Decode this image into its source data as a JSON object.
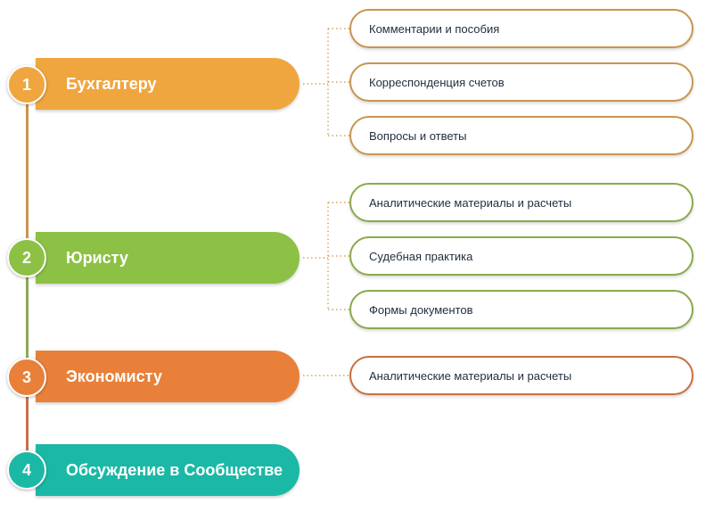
{
  "groups": [
    {
      "number": "1",
      "label": "Бухгалтеру",
      "color": "#f0a63e",
      "badge_color": "#f0a63e",
      "items": [
        "Комментарии и пособия",
        "Корреспонденция счетов",
        "Вопросы и ответы"
      ]
    },
    {
      "number": "2",
      "label": "Юристу",
      "color": "#8cc145",
      "badge_color": "#8cc145",
      "items": [
        "Аналитические материалы и расчеты",
        "Судебная практика",
        "Формы документов"
      ]
    },
    {
      "number": "3",
      "label": "Экономисту",
      "color": "#e8803a",
      "badge_color": "#e8803a",
      "items": [
        "Аналитические материалы и расчеты"
      ]
    },
    {
      "number": "4",
      "label": "Обсуждение в Сообществе",
      "color": "#1bb8a6",
      "badge_color": "#1bb8a6",
      "items": []
    }
  ],
  "colors": {
    "spine_1": "#c9954f",
    "spine_2": "#8aa95a",
    "spine_3": "#c7724a",
    "connector": "#d9a35a",
    "border_1": "#c9954f",
    "border_2": "#8aaa4a",
    "border_3": "#c7703e"
  }
}
